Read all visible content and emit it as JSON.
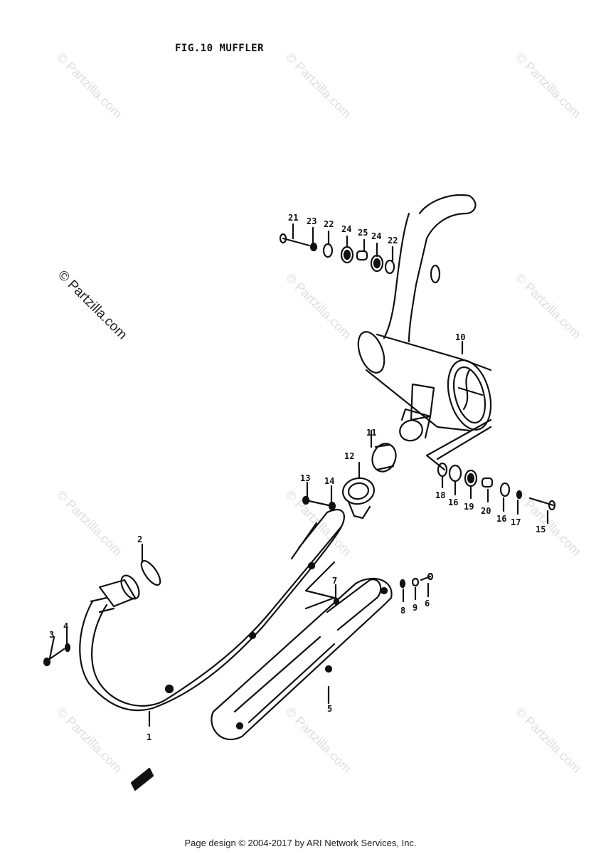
{
  "title": "FIG.10  MUFFLER",
  "footer": "Page design © 2004-2017 by ARI Network Services, Inc.",
  "watermark": "© Partzilla.com",
  "parts": {
    "p1": "1",
    "p2": "2",
    "p3": "3",
    "p4": "4",
    "p5": "5",
    "p6": "6",
    "p7": "7",
    "p8": "8",
    "p9": "9",
    "p10": "10",
    "p11": "11",
    "p12": "12",
    "p13": "13",
    "p14": "14",
    "p15": "15",
    "p16a": "16",
    "p16b": "16",
    "p17": "17",
    "p18": "18",
    "p19": "19",
    "p20": "20",
    "p21": "21",
    "p22a": "22",
    "p22b": "22",
    "p23": "23",
    "p24a": "24",
    "p24b": "24",
    "p25": "25"
  }
}
